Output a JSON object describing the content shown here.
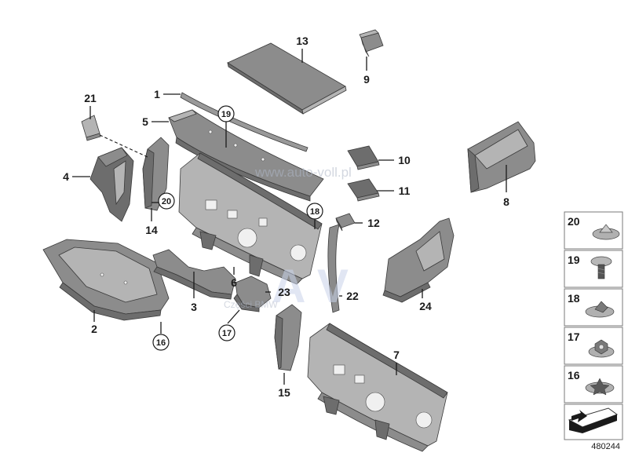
{
  "callouts": {
    "c1": "1",
    "c2": "2",
    "c4": "4",
    "c5": "5",
    "c6": "6",
    "c7": "7",
    "c8": "8",
    "c9": "9",
    "c10": "10",
    "c11": "11",
    "c12": "12",
    "c13": "13",
    "c14": "14",
    "c15": "15",
    "c16": "16",
    "c17": "17",
    "c18": "18",
    "c19": "19",
    "c20": "20",
    "c21": "21",
    "c22": "22",
    "c23": "23",
    "c24": "24",
    "c3": "3"
  },
  "legend": {
    "items": [
      "20",
      "19",
      "18",
      "17",
      "16"
    ]
  },
  "watermark": {
    "url": "www.auto-voll.pl",
    "letters": "A V",
    "caption": "Części BMW"
  },
  "diagram_number": "480244",
  "colors": {
    "part_dark": "#6d6d6d",
    "part_mid": "#8c8c8c",
    "part_light": "#b4b4b4",
    "watermark": "#c9d3ea"
  }
}
